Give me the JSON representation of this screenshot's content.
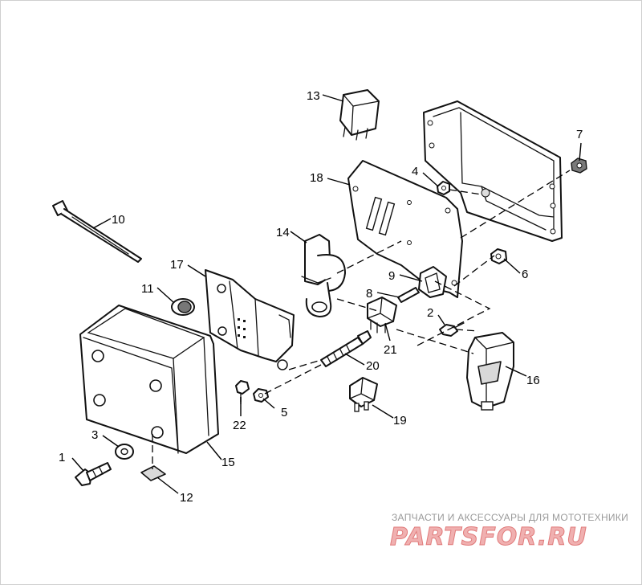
{
  "diagram": {
    "callouts": [
      "1",
      "2",
      "3",
      "4",
      "5",
      "6",
      "7",
      "8",
      "9",
      "10",
      "11",
      "12",
      "13",
      "14",
      "15",
      "16",
      "17",
      "18",
      "19",
      "20",
      "21",
      "22"
    ]
  },
  "watermark": {
    "tagline": "ЗАПЧАСТИ И АКСЕССУАРЫ ДЛЯ МОТОТЕХНИКИ",
    "brand": "PARTSFOR.RU"
  }
}
